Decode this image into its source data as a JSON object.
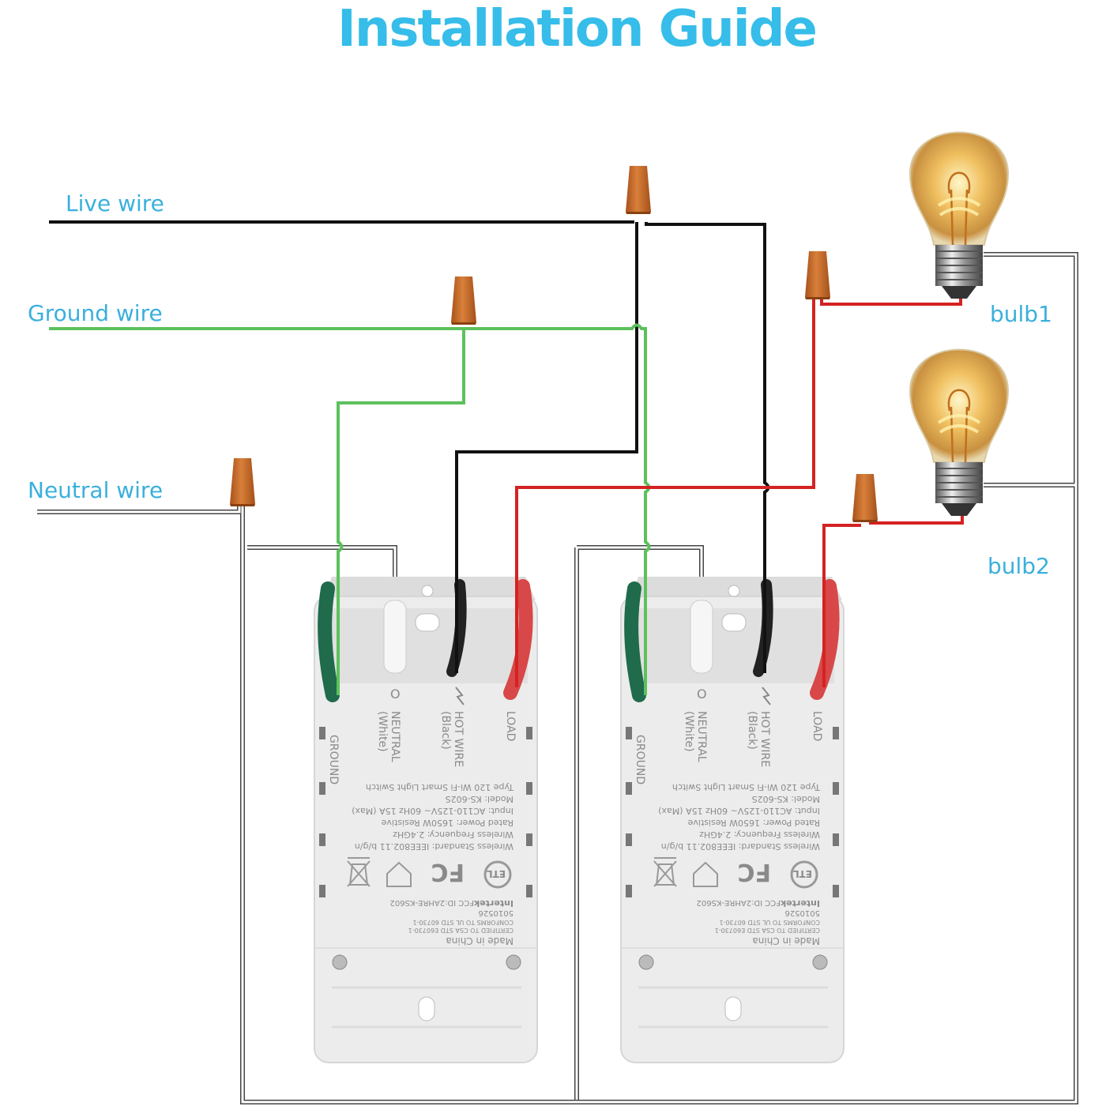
{
  "title": "Installation Guide",
  "labels": {
    "live": "Live wire",
    "ground": "Ground wire",
    "neutral": "Neutral wire",
    "bulb1": "bulb1",
    "bulb2": "bulb2"
  },
  "colors": {
    "title": "#36bde9",
    "label": "#3ab0dc",
    "live": "#111111",
    "ground": "#5cc15c",
    "load": "#d42222",
    "neutral": "#ffffff",
    "wire_nut": "#c8702c"
  },
  "switch": {
    "terminals": {
      "ground": "GROUND",
      "neutral": "NEUTRAL",
      "neutral_sub": "(White)",
      "hot": "HOT WIRE",
      "hot_sub": "(Black)",
      "load": "LOAD"
    },
    "made_in": "Made in China",
    "cert1": "CERTIFIED TO CSA STD E60730-1",
    "cert2": "CONFORMS TO UL STD 60730-1",
    "cert_no": "5010526",
    "intertek": "Intertek",
    "fcc_id": "FCC ID:2AHRE-KS602",
    "fc_mark": "FC",
    "etl_mark": "ETL",
    "spec1": "Wireless Standard: IEEE802.11 b/g/n",
    "spec2": "Wireless Frequency: 2.4GHz",
    "spec3": "Rated Power: 1650W   Resistive",
    "spec4": "Input: AC110-125V~ 60Hz 15A (Max)",
    "spec5": "Model: KS-602S",
    "spec6": "Type 120 Wi-Fi Smart Light Switch"
  }
}
